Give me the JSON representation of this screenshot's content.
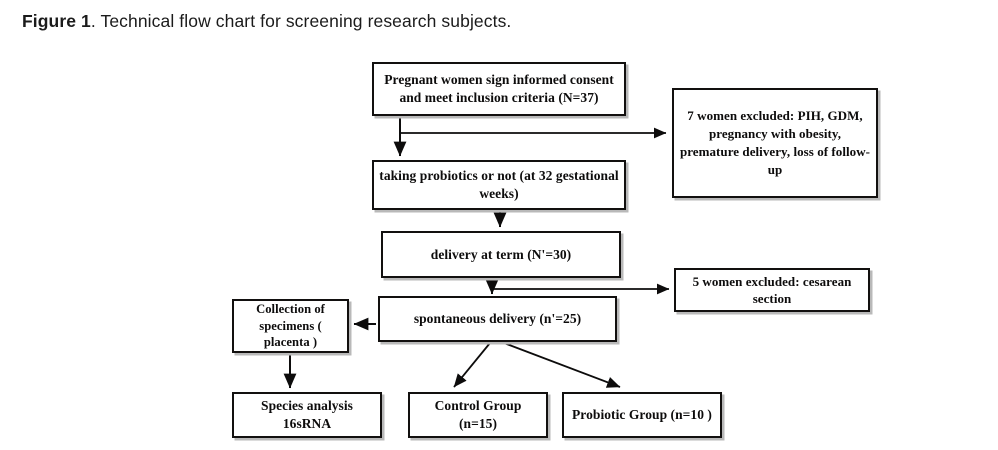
{
  "figure": {
    "caption_label": "Figure 1",
    "caption_text": ". Technical flow chart for screening research subjects."
  },
  "diagram": {
    "type": "flowchart",
    "nodes": {
      "consent": {
        "name": "pregnant-women-consent",
        "text": "Pregnant women sign informed consent and meet inclusion criteria (N=37)",
        "lines": [
          "Pregnant women sign informed",
          "consent and meet inclusion",
          "criteria (N=37)"
        ],
        "count_label": "N=37"
      },
      "excluded_1": {
        "name": "seven-women-excluded",
        "text": "7 women excluded: PIH, GDM, pregnancy with obesity, premature delivery, loss of follow-up",
        "lines": [
          "7 women excluded:",
          "PIH, GDM,",
          "pregnancy with obesity,",
          "premature delivery,",
          "loss of follow-up"
        ],
        "count_label": "7 women excluded"
      },
      "probiotics": {
        "name": "taking-probiotics-or-not",
        "text": "taking probiotics or not (at 32 gestational weeks)",
        "lines": [
          "taking probiotics or not",
          "(at 32 gestational weeks)"
        ]
      },
      "term": {
        "name": "delivery-at-term",
        "text": "delivery at term (N'=30)",
        "lines": [
          "delivery at term",
          "(N’=30)"
        ],
        "count_label": "N’=30"
      },
      "excluded_2": {
        "name": "five-women-excluded",
        "text": "5 women excluded: cesarean section",
        "lines": [
          "5 women excluded:",
          "cesarean section"
        ],
        "count_label": "5 women excluded"
      },
      "spontaneous": {
        "name": "spontaneous-delivery",
        "text": "spontaneous delivery (n'=25)",
        "lines": [
          "spontaneous delivery",
          "(n’=25)"
        ],
        "count_label": "n’=25"
      },
      "collection": {
        "name": "collection-of-specimens",
        "text": "Collection of specimens ( placenta )",
        "lines": [
          "Collection of",
          "specimens",
          "( placenta )"
        ]
      },
      "species": {
        "name": "species-analysis",
        "text": "Species analysis 16sRNA",
        "lines": [
          "Species analysis",
          "16sRNA"
        ]
      },
      "control": {
        "name": "control-group",
        "text": "Control Group (n=15)",
        "lines": [
          "Control Group",
          "(n=15)"
        ],
        "count_label": "n=15"
      },
      "probiotic_group": {
        "name": "probiotic-group",
        "text": "Probiotic Group (n=10 )",
        "lines": [
          "Probiotic Group",
          "(n=10 )"
        ],
        "count_label": "n=10"
      }
    },
    "edges": [
      {
        "from": "consent",
        "to": "probiotics",
        "style": "straight-down-arrow"
      },
      {
        "from": "consent",
        "to": "excluded_1",
        "style": "branch-right-arrow"
      },
      {
        "from": "probiotics",
        "to": "term",
        "style": "straight-down-arrow"
      },
      {
        "from": "term",
        "to": "spontaneous",
        "style": "straight-down-arrow"
      },
      {
        "from": "term",
        "to": "excluded_2",
        "style": "branch-right-arrow"
      },
      {
        "from": "spontaneous",
        "to": "collection",
        "style": "straight-left-arrow"
      },
      {
        "from": "collection",
        "to": "species",
        "style": "straight-down-arrow"
      },
      {
        "from": "spontaneous",
        "to": "control",
        "style": "diagonal-arrow"
      },
      {
        "from": "spontaneous",
        "to": "probiotic_group",
        "style": "diagonal-arrow"
      }
    ],
    "colors": {
      "box_border": "#12100f",
      "box_fill": "#ffffff",
      "box_shadow": "#b9b9b9",
      "connector": "#0d0c0c",
      "caption_text": "#1b1b1b"
    }
  }
}
